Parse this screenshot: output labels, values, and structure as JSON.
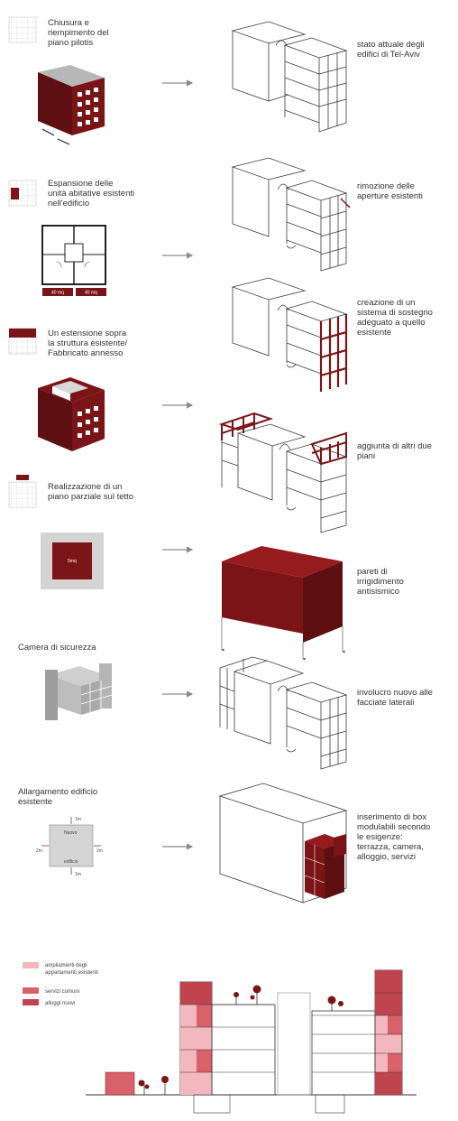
{
  "colors": {
    "dark_red": "#7b1416",
    "medium_red": "#d9616a",
    "light_pink": "#f2b8bd",
    "grey": "#d4d4d4",
    "line": "#3a3a3a"
  },
  "left_labels": {
    "l1": [
      "Chiusura e",
      "riempimento del",
      "piano pilotis"
    ],
    "l2": [
      "Espansione delle",
      "unità abitative esistenti",
      "nell'edificio"
    ],
    "l3": [
      "Un estensione sopra",
      "la struttura esistente/",
      "Fabbricato annesso"
    ],
    "l4": [
      "Realizzazione di un",
      "piano parziale sul tetto"
    ],
    "l5": [
      "Camera di sicurezza"
    ],
    "l6": [
      "Allargamento edificio",
      "esistente"
    ]
  },
  "right_labels": {
    "r1": [
      "stato attuale degli",
      "edifici di Tel-Aviv"
    ],
    "r2": [
      "rimozione delle",
      "aperture esistenti"
    ],
    "r3": [
      "creazione di un",
      "sistema di sostegno",
      "adeguato a quello",
      "esistente"
    ],
    "r4": [
      "aggiunta di altri due",
      "piani"
    ],
    "r5": [
      "pareti di",
      "irrigidimento",
      "antisismico"
    ],
    "r6": [
      "involucro nuovo alle",
      "facciate laterali"
    ],
    "r7": [
      "inserimento di box",
      "modulabili secondo",
      "le esigenze:",
      "terrazza, camera,",
      "alloggio, servizi"
    ]
  },
  "plan_labels": {
    "left_tag": "40 mq",
    "right_tag": "40 mq",
    "roof_box": "5mq"
  },
  "enlarge_plan": {
    "center_top": "Nuovo",
    "center_bottom": "edificio",
    "top": "1m",
    "bottom": "1m",
    "left": "2m",
    "right": "2m"
  },
  "legend": [
    {
      "label": [
        "ampliamenti degli",
        "appartamenti esistenti"
      ],
      "color": "#f2b8bd"
    },
    {
      "label": [
        "servizi comuni"
      ],
      "color": "#d9616a"
    },
    {
      "label": [
        "alloggi nuovi"
      ],
      "color": "#c0444d"
    }
  ]
}
